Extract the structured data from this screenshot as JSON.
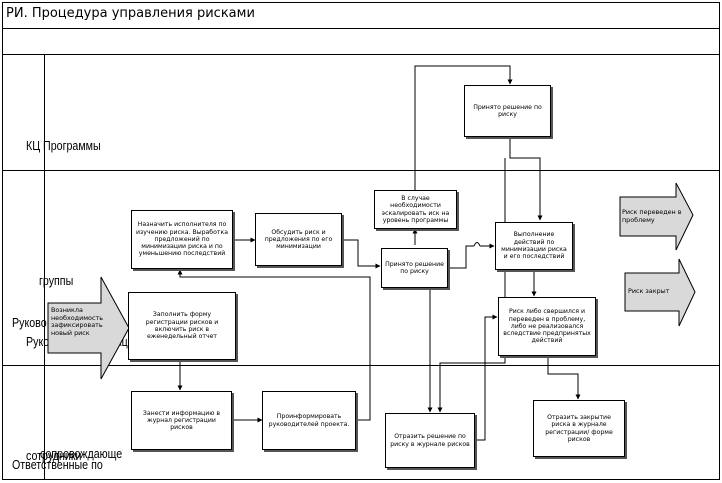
{
  "title": "РИ. Процедура управления рисками",
  "lanes": {
    "kc": "КЦ Программы",
    "groups": "группы",
    "ruk1": "Руково",
    "ruk2": "Руко",
    "ruk_suffix": "кц",
    "resp1": "сотрудники",
    "resp2": "сопровождающе",
    "resp3": "Ответственные по"
  },
  "boxes": {
    "b1": "Назначить исполнителя по изучению риска. Выработка предложений по минимизации риска и по уменьшению последствий",
    "b2": "Обсудить риск и предложения по его минимизации",
    "b3": "Принято решение по риску",
    "b4": "В случае необходимости эскалировать иск на уровень программы",
    "b5": "Принято решение по риску",
    "b6": "Выполнение действий по минимизации риска и его последствий",
    "b7": "Риск либо свершился и переведен в проблему, либо не реализовался вследствие предпринятых действий",
    "b8": "Заполнить форму регистрации рисков и включить риск в еженедельный отчет",
    "b9": "Занести информацию в журнал регистрации рисков",
    "b10": "Проинформировать руководителей проекта.",
    "b11": "Отразить решение по риску в журнале рисков",
    "b12": "Отразить закрытие риска в журнале регистрации/ форме рисков"
  },
  "arrows": {
    "start": "Возникла необходимость зафиксировать новый риск",
    "problem": "Риск переведен в проблему",
    "closed": "Риск закрыт"
  },
  "colors": {
    "arrow_fill": "#d9d9d9",
    "shadow": "#555555"
  }
}
